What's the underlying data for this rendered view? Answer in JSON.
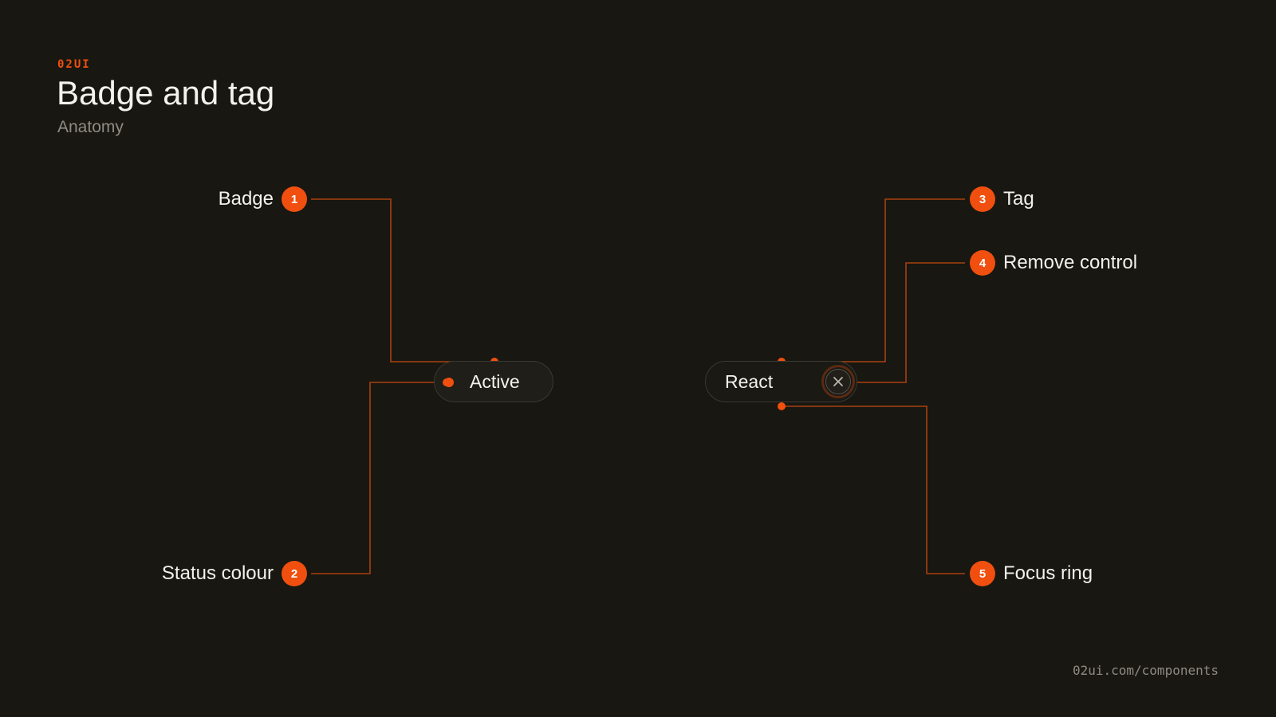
{
  "header": {
    "brand": "02UI",
    "title": "Badge and tag",
    "subtitle": "Anatomy"
  },
  "components": {
    "badge": {
      "label": "Active"
    },
    "tag": {
      "label": "React",
      "remove_icon": "close-icon"
    }
  },
  "callouts": [
    {
      "number": "1",
      "label": "Badge"
    },
    {
      "number": "2",
      "label": "Status colour"
    },
    {
      "number": "3",
      "label": "Tag"
    },
    {
      "number": "4",
      "label": "Remove control"
    },
    {
      "number": "5",
      "label": "Focus ring"
    }
  ],
  "footer": {
    "url": "02ui.com/components"
  },
  "colors": {
    "background": "#181711",
    "accent": "#f04f0f",
    "leader_line": "#a8410f",
    "text": "#f4f2ec",
    "muted": "#8e8b83"
  }
}
